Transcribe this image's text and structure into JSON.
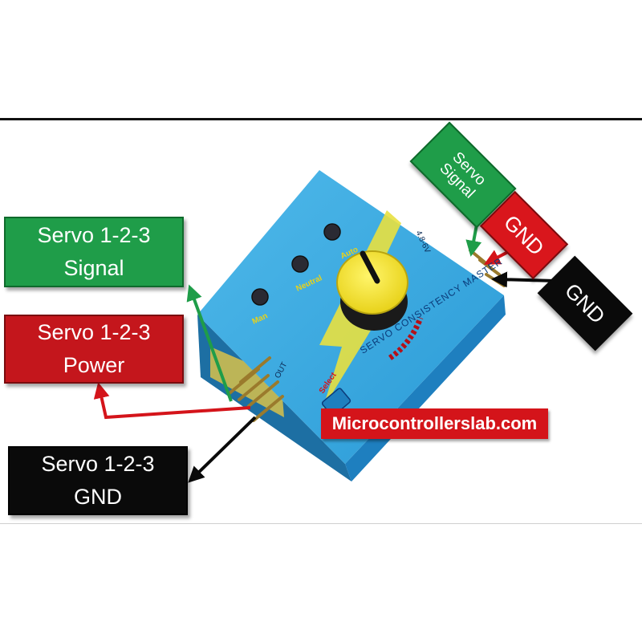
{
  "labels": {
    "servo_signal": [
      "Servo 1-2-3",
      "Signal"
    ],
    "servo_power": [
      "Servo 1-2-3",
      "Power"
    ],
    "servo_gnd": [
      "Servo 1-2-3",
      "GND"
    ],
    "input_signal": [
      "Servo",
      "Signal"
    ],
    "input_gnd_red": "GND",
    "input_gnd_black": "GND"
  },
  "website": "Microcontrollerslab.com",
  "device": {
    "led_labels": [
      "Man",
      "Neutral",
      "Auto"
    ],
    "brand_text": "SERVO CONSISTENCY MASTER",
    "voltage_text": "4.8-6V",
    "out_text": "OUT",
    "select_text": "Select"
  },
  "colors": {
    "signal": "#1f9d49",
    "power": "#c4161c",
    "ground": "#0a0a0a",
    "device_body": "#2ea6e0",
    "knob": "#f2e51c"
  }
}
